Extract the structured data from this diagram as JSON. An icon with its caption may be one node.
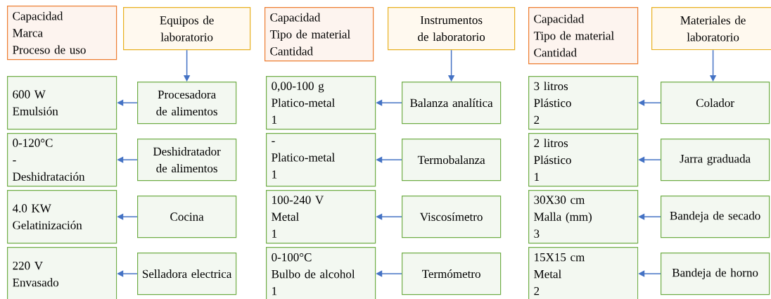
{
  "diagram": {
    "nodes": [
      {
        "text": [
          "Capacidad",
          "Marca",
          "Proceso de uso"
        ]
      },
      {
        "text": [
          "Equipos de laboratorio"
        ]
      },
      {
        "text": [
          "600 W",
          "Emulsión"
        ]
      },
      {
        "text": [
          "Procesadora de alimentos"
        ]
      },
      {
        "text": [
          "0-120°C",
          "-",
          "Deshidratación"
        ]
      },
      {
        "text": [
          "Deshidratador de alimentos"
        ]
      },
      {
        "text": [
          "4.0 KW",
          "Gelatinización"
        ]
      },
      {
        "text": [
          "Cocina"
        ]
      },
      {
        "text": [
          "220 V",
          "Envasado"
        ]
      },
      {
        "text": [
          "Selladora electrica"
        ]
      },
      {
        "text": [
          "Capacidad",
          "Tipo de material",
          "Cantidad"
        ]
      },
      {
        "text": [
          "Instrumentos de laboratorio"
        ]
      },
      {
        "text": [
          "0,00-100 g",
          "Platico-metal",
          "1"
        ]
      },
      {
        "text": [
          "Balanza analítica"
        ]
      },
      {
        "text": [
          "-",
          "Platico-metal",
          "1"
        ]
      },
      {
        "text": [
          "Termobalanza"
        ]
      },
      {
        "text": [
          "100-240 V",
          "Metal",
          "1"
        ]
      },
      {
        "text": [
          "Viscosímetro"
        ]
      },
      {
        "text": [
          "0-100°C",
          "Bulbo de alcohol",
          "1"
        ]
      },
      {
        "text": [
          "Termómetro"
        ]
      },
      {
        "text": [
          "Capacidad",
          "Tipo de material",
          "Cantidad"
        ]
      },
      {
        "text": [
          "Materiales de laboratorio"
        ]
      },
      {
        "text": [
          "3 litros",
          "Plástico",
          "2"
        ]
      },
      {
        "text": [
          "Colador"
        ]
      },
      {
        "text": [
          "2 litros",
          "Plástico",
          "1"
        ]
      },
      {
        "text": [
          "Jarra graduada"
        ]
      },
      {
        "text": [
          "30X30 cm",
          "Malla (mm)",
          "3"
        ]
      },
      {
        "text": [
          "Bandeja de secado"
        ]
      },
      {
        "text": [
          "15X15 cm",
          "Metal",
          "2"
        ]
      },
      {
        "text": [
          "Bandeja de horno"
        ]
      }
    ],
    "edges": [
      {
        "from": 1,
        "to": 3,
        "arrow": "to"
      },
      {
        "from": 3,
        "to": 2,
        "arrow": "to"
      },
      {
        "from": 5,
        "to": 4,
        "arrow": "to"
      },
      {
        "from": 7,
        "to": 6,
        "arrow": "to"
      },
      {
        "from": 9,
        "to": 8,
        "arrow": "to"
      },
      {
        "from": 11,
        "to": 13,
        "arrow": "to"
      },
      {
        "from": 13,
        "to": 12,
        "arrow": "to"
      },
      {
        "from": 15,
        "to": 14,
        "arrow": "to"
      },
      {
        "from": 17,
        "to": 16,
        "arrow": "to"
      },
      {
        "from": 19,
        "to": 18,
        "arrow": "to"
      },
      {
        "from": 21,
        "to": 23,
        "arrow": "to"
      },
      {
        "from": 23,
        "to": 22,
        "arrow": "to"
      },
      {
        "from": 25,
        "to": 24,
        "arrow": "to"
      },
      {
        "from": 27,
        "to": 26,
        "arrow": "to"
      },
      {
        "from": 29,
        "to": 28,
        "arrow": "to"
      }
    ]
  }
}
